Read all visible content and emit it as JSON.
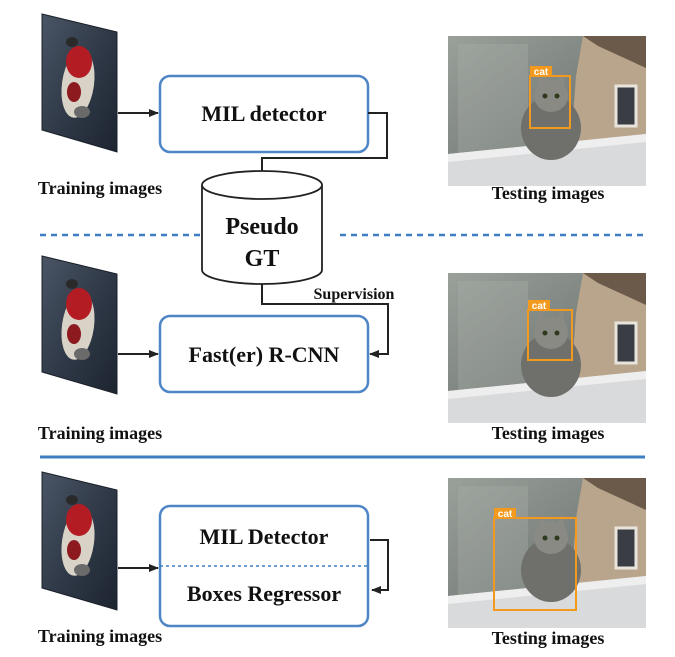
{
  "colors": {
    "box_border": "#4f86c6",
    "box_fill": "#ffffff",
    "arrow": "#222222",
    "dashed_divider": "#3d7fc2",
    "solid_divider": "#3d7fc2",
    "bbox": "#f39a1e"
  },
  "rows": [
    {
      "training_caption": "Training images",
      "testing_caption": "Testing images",
      "box_label": "MIL detector",
      "bbox_label": "cat"
    },
    {
      "training_caption": "Training images",
      "testing_caption": "Testing images",
      "box_label": "Fast(er) R-CNN",
      "bbox_label": "cat"
    },
    {
      "training_caption": "Training images",
      "testing_caption": "Testing images",
      "box_top_label": "MIL Detector",
      "box_bottom_label": "Boxes Regressor",
      "bbox_label": "cat"
    }
  ],
  "cylinder": {
    "line1": "Pseudo",
    "line2": "GT"
  },
  "supervision_label": "Supervision",
  "icons": [
    "training-image-thumbnail",
    "testing-image-photo"
  ]
}
